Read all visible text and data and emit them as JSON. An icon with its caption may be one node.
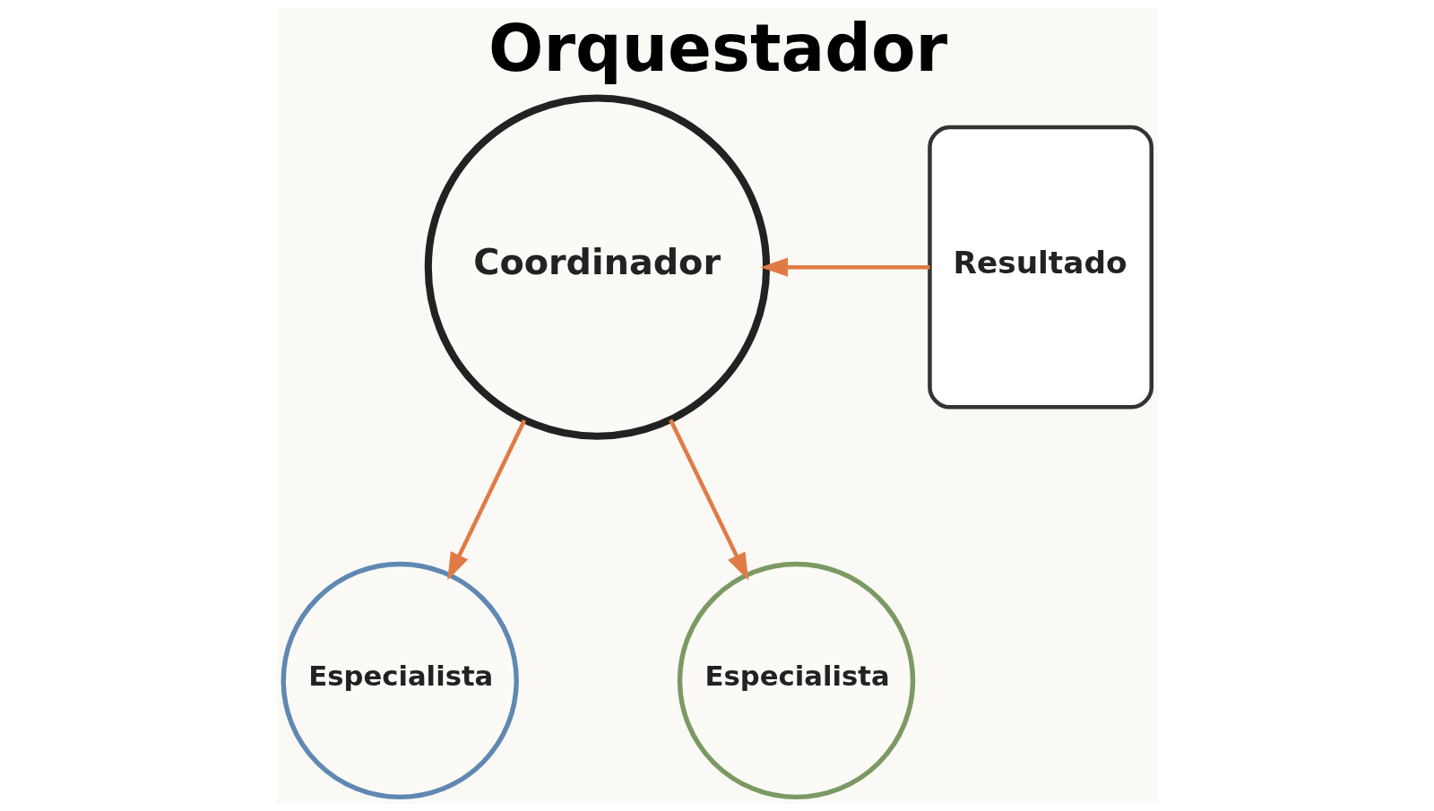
{
  "diagram": {
    "title": "Orquestador",
    "nodes": [
      {
        "text": [
          "Coordinador"
        ]
      },
      {
        "text": [
          "Especialista"
        ]
      },
      {
        "text": [
          "Especialista"
        ]
      },
      {
        "text": [
          "Resultado"
        ]
      }
    ],
    "edges": [
      {
        "from": 0,
        "to": 1,
        "arrow": "to"
      },
      {
        "from": 0,
        "to": 2,
        "arrow": "to"
      },
      {
        "from": 3,
        "to": 0,
        "arrow": "to"
      }
    ]
  }
}
